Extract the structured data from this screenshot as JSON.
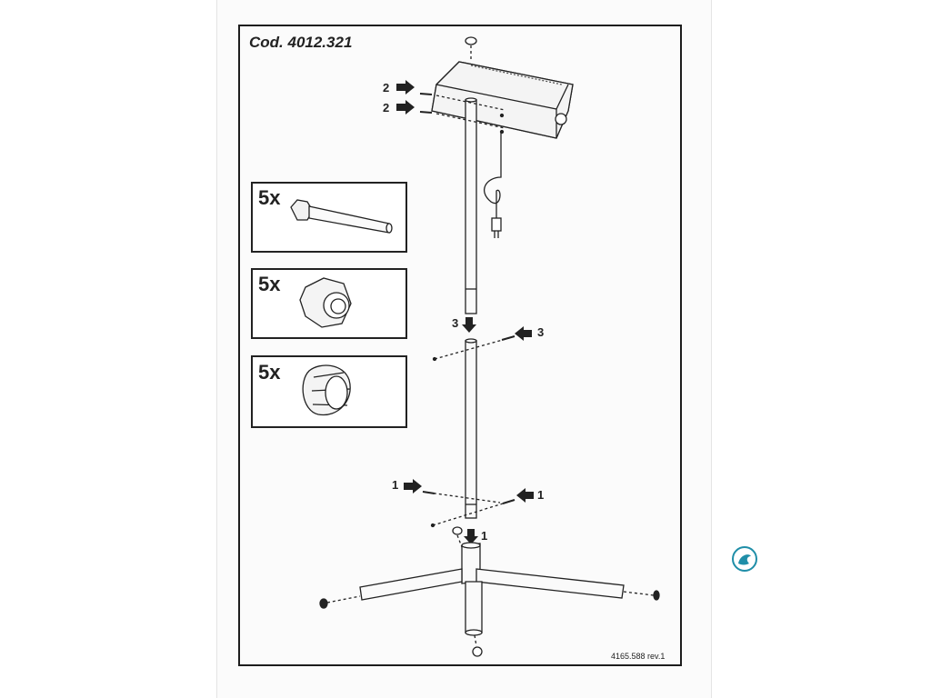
{
  "header": {
    "code": "Cod. 4012.321"
  },
  "footer": {
    "revision": "4165.588 rev.1"
  },
  "parts": [
    {
      "quantity": "5x",
      "icon": "bolt-icon"
    },
    {
      "quantity": "5x",
      "icon": "lock-nut-icon"
    },
    {
      "quantity": "5x",
      "icon": "cap-nut-icon"
    }
  ],
  "steps": {
    "top_left_a": "2",
    "top_left_b": "2",
    "mid_top": "3",
    "mid_right": "3",
    "low_left": "1",
    "low_right": "1",
    "base": "1"
  },
  "colors": {
    "ink": "#222222",
    "logo": "#1f8ea8"
  }
}
